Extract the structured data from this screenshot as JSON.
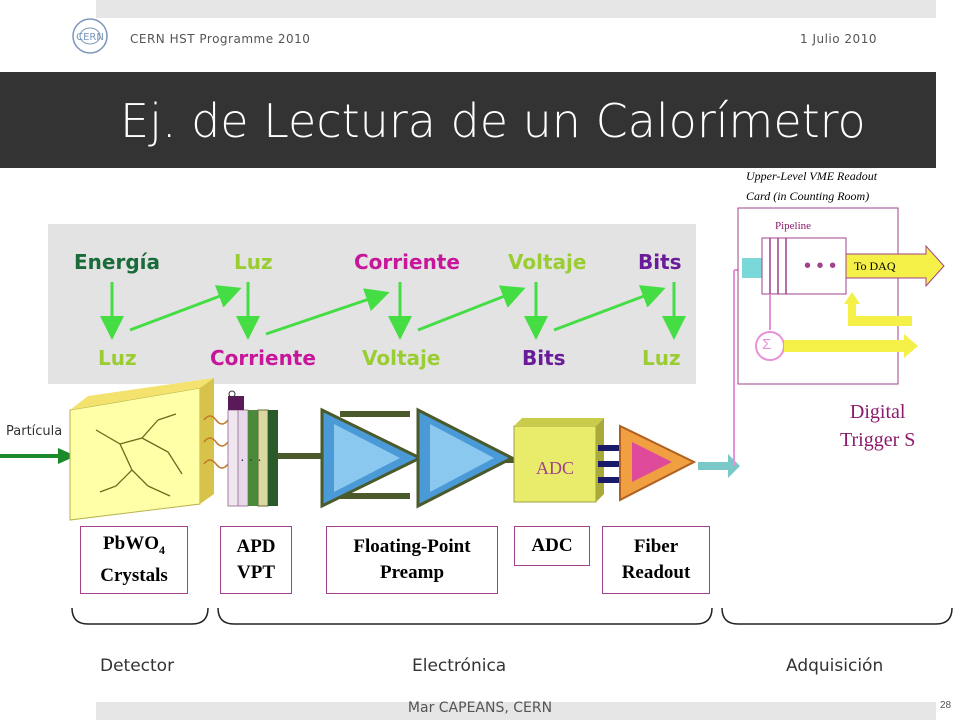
{
  "header": {
    "programme": "CERN HST Programme 2010",
    "date": "1 Julio 2010",
    "logo_text": "CERN"
  },
  "title": "Ej. de Lectura de un Calorímetro",
  "flow": {
    "top": [
      "Energía",
      "Luz",
      "Corriente",
      "Voltaje",
      "Bits"
    ],
    "bottom": [
      "Luz",
      "Corriente",
      "Voltaje",
      "Bits",
      "Luz"
    ]
  },
  "colors": {
    "dark_green": "#1a6b3a",
    "yellow_green": "#9acd32",
    "magenta": "#c8169a",
    "purple": "#6a1b9a",
    "arrow_green": "#44dd44"
  },
  "diagram": {
    "particle_label": "Partícula",
    "adc_block": "ADC"
  },
  "components": [
    {
      "line1": "PbWO",
      "sub": "4",
      "line2": "Crystals"
    },
    {
      "line1": "APD",
      "line2": "VPT"
    },
    {
      "line1": "Floating-Point",
      "line2": "Preamp"
    },
    {
      "line1": "ADC",
      "line2": ""
    },
    {
      "line1": "Fiber",
      "line2": "Readout"
    }
  ],
  "readout": {
    "vme_line1": "Upper-Level VME Readout",
    "vme_line2": "Card (in Counting Room)",
    "pipeline": "Pipeline",
    "to_daq": "To DAQ",
    "sigma": "Σ",
    "digital_line1": "Digital",
    "digital_line2": "Trigger S"
  },
  "categories": [
    "Detector",
    "Electrónica",
    "Adquisición"
  ],
  "footer": {
    "author": "Mar CAPEANS, CERN",
    "page": "28"
  }
}
